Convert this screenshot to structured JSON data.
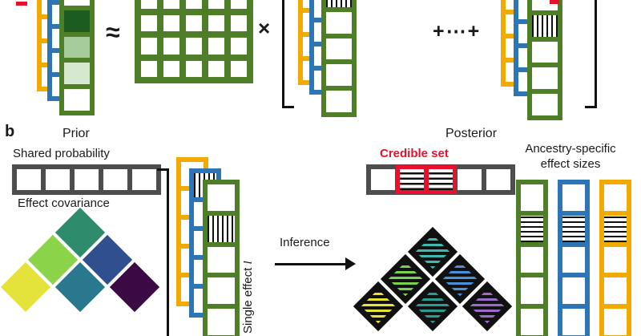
{
  "figure": {
    "panel_label": "b",
    "equation": {
      "approx_symbol": "≈",
      "times_symbol": "×",
      "plus_ellipsis": "+⋯+"
    },
    "prior": {
      "title": "Prior",
      "shared_probability_label": "Shared probability",
      "effect_covariance_label": "Effect covariance",
      "single_effect_prefix": "Single effect ",
      "single_effect_var": "l",
      "covariance_colors": [
        "#2E8B6B",
        "#8BD44A",
        "#2F4F8F",
        "#E3E33B",
        "#2A788E",
        "#3B0A45"
      ]
    },
    "inference_label": "Inference",
    "posterior": {
      "title": "Posterior",
      "credible_set_label": "Credible set",
      "ancestry_effects_label": "Ancestry-specific\neffect sizes",
      "covariance_colors": [
        "#3FB8AF",
        "#7AD151",
        "#4A90D9",
        "#E8E337",
        "#2A9D8F",
        "#9A6BC9"
      ]
    },
    "colors": {
      "yellow": "#F2A900",
      "blue": "#2E75B6",
      "green": "#4E7E28",
      "gray": "#4D4D4D",
      "red": "#E8112D",
      "black": "#111111"
    },
    "grids": {
      "left_stack": {
        "yellow": [
          "w",
          "w",
          "w",
          "w",
          "w"
        ],
        "blue": [
          "w",
          "w",
          "w",
          "w",
          "w"
        ],
        "green": [
          "w",
          "d",
          "m",
          "l",
          "w"
        ]
      },
      "factor_matrix": [
        "w",
        "w",
        "w",
        "w",
        "w",
        "w",
        "w",
        "w",
        "w",
        "w",
        "w",
        "w",
        "w",
        "w",
        "w",
        "w",
        "w",
        "w",
        "w",
        "w",
        "w",
        "w",
        "w",
        "w",
        "w"
      ],
      "effect_stack_1": {
        "yellow": [
          "w",
          "w",
          "w",
          "w",
          "w"
        ],
        "blue": [
          "v",
          "w",
          "w",
          "w",
          "w"
        ],
        "green": [
          "v",
          "w",
          "w",
          "w",
          "w"
        ]
      },
      "effect_stack_L": {
        "yellow": [
          "w",
          "w",
          "w",
          "w",
          "w"
        ],
        "blue": [
          "v",
          "w",
          "w",
          "w",
          "w"
        ],
        "green": [
          "w",
          "v",
          "w",
          "w",
          "w"
        ]
      },
      "prior_shared_bar": [
        "w",
        "w",
        "w",
        "w",
        "w"
      ],
      "prior_stack": {
        "yellow": [
          "w",
          "w",
          "w",
          "w",
          "w"
        ],
        "blue": [
          "v",
          "w",
          "w",
          "w",
          "w"
        ],
        "green": [
          "w",
          "v",
          "w",
          "w",
          "w"
        ]
      },
      "credible_set_bar": [
        "w",
        "r",
        "r",
        "w",
        "w"
      ],
      "ancestry_effects": {
        "green": [
          "w",
          "h",
          "w",
          "w",
          "w"
        ],
        "blue": [
          "w",
          "h",
          "w",
          "w",
          "w"
        ],
        "yellow": [
          "w",
          "h",
          "w",
          "w",
          "w"
        ]
      }
    }
  }
}
